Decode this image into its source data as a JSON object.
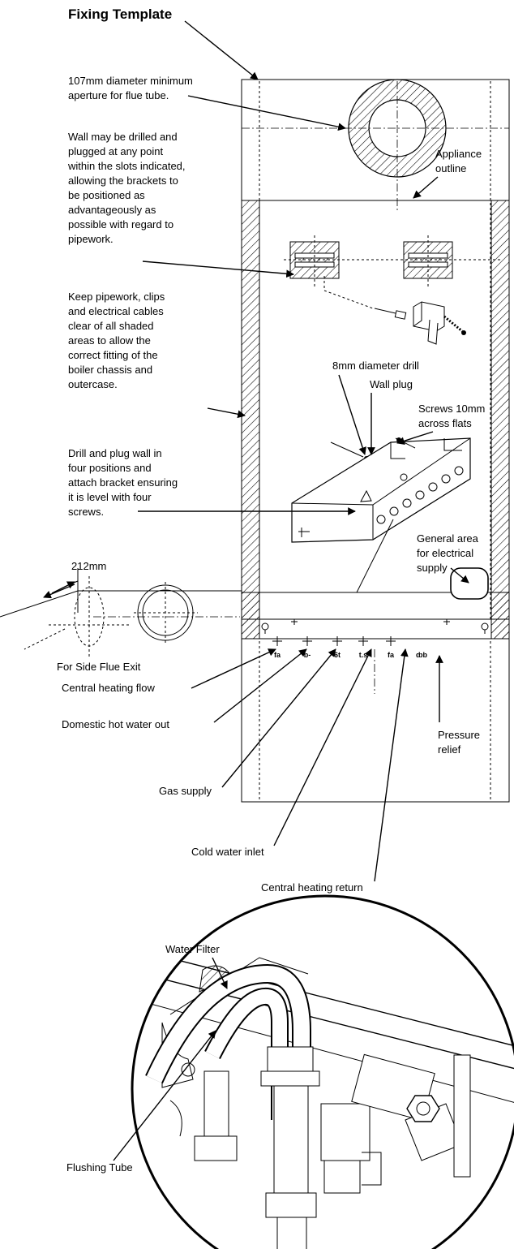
{
  "title": "Fixing Template",
  "labels": {
    "flue_aperture": [
      "107mm diameter minimum",
      "aperture for flue tube."
    ],
    "wall_drill_note": [
      "Wall may be drilled and",
      "plugged at any point",
      "within the slots indicated,",
      "allowing the brackets to",
      "be positioned as",
      "advantageously as",
      "possible with regard to",
      "pipework."
    ],
    "appliance_outline": [
      "Appliance",
      "outline"
    ],
    "keep_clear": [
      "Keep pipework, clips",
      "and electrical cables",
      "clear of all shaded",
      "areas to allow the",
      "correct fitting of the",
      "boiler chassis and",
      "outercase."
    ],
    "drill_size": "8mm diameter drill",
    "wall_plug": "Wall plug",
    "screws": [
      "Screws 10mm",
      "across flats"
    ],
    "drill_plug_bracket": [
      "Drill and plug wall in",
      "four positions and",
      "attach bracket ensuring",
      "it is level with four",
      "screws."
    ],
    "side_dimension": "212mm",
    "side_flue": "For Side Flue Exit",
    "electrical_supply": [
      "General area",
      "for electrical",
      "supply"
    ],
    "central_heating_flow": "Central heating flow",
    "domestic_hot_water": "Domestic hot water out",
    "gas_supply": "Gas supply",
    "cold_water_inlet": "Cold water inlet",
    "central_heating_return": "Central heating return",
    "pressure_relief": [
      "Pressure",
      "relief"
    ],
    "water_filter": "Water Filter",
    "flushing_tube": "Flushing Tube"
  },
  "connection_marks": [
    "fa",
    "b-",
    "6t",
    "t.s",
    "fa",
    "ȸb"
  ]
}
